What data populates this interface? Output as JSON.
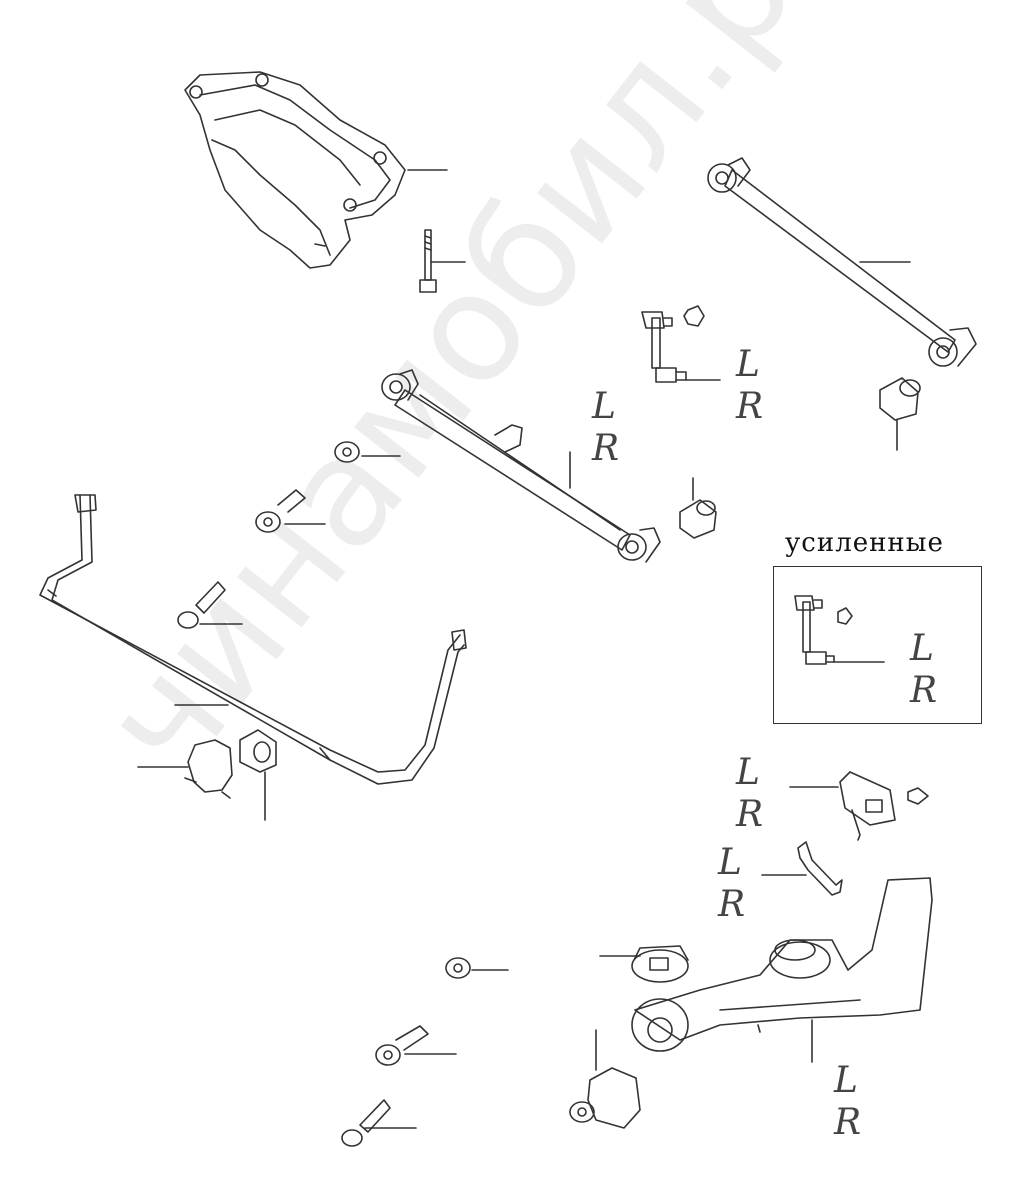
{
  "watermark": "чинамобил.рф",
  "reinforced_box": {
    "title": "усиленные"
  },
  "side_labels": {
    "left": "L",
    "right": "R"
  },
  "colors": {
    "line": "#333333",
    "label": "#444444",
    "watermark": "#e6e6e6"
  }
}
